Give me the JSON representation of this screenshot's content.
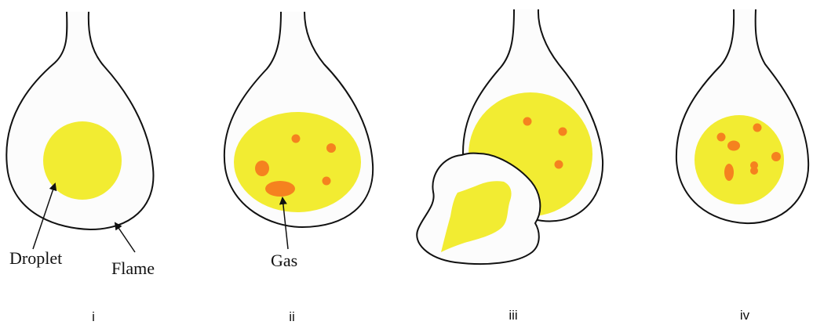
{
  "panels": [
    {
      "label": "i"
    },
    {
      "label": "ii"
    },
    {
      "label": "iii"
    },
    {
      "label": "iv"
    }
  ],
  "annotations": {
    "droplet": "Droplet",
    "flame": "Flame",
    "gas": "Gas"
  },
  "colors": {
    "droplet_fill": "#f2ec32",
    "bubble_fill": "#f5821f",
    "flame_fill": "#fcfcfc",
    "outline": "#111111"
  }
}
